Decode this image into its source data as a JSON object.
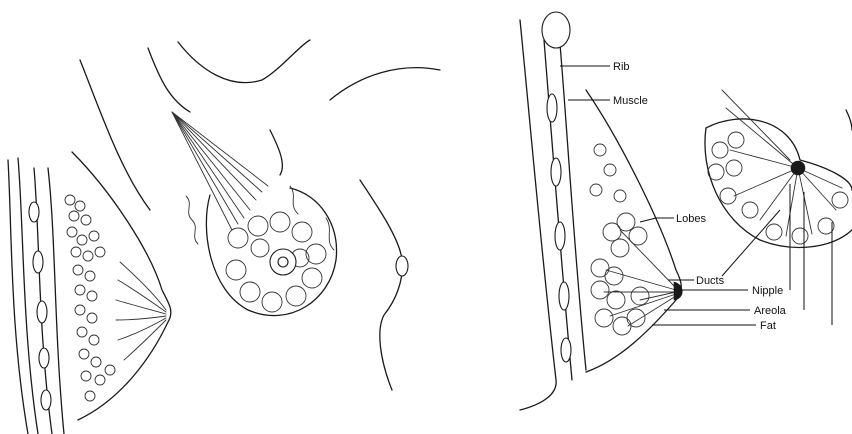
{
  "labels": {
    "rib": "Rib",
    "muscle": "Muscle",
    "lobes": "Lobes",
    "ducts": "Ducts",
    "nipple": "Nipple",
    "areola": "Areola",
    "fat": "Fat"
  },
  "colors": {
    "ink": "#1a1a1a",
    "background": "#ffffff"
  }
}
